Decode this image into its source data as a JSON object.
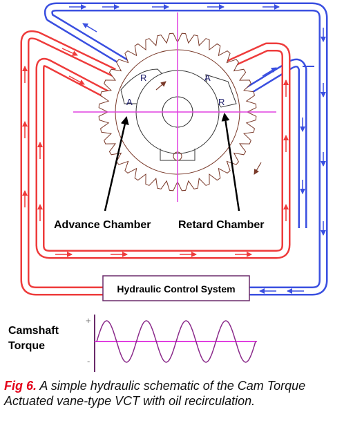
{
  "labels": {
    "advance_chamber": "Advance Chamber",
    "retard_chamber": "Retard Chamber",
    "hydraulic_control": "Hydraulic Control System",
    "camshaft_torque_line1": "Camshaft",
    "camshaft_torque_line2": "Torque",
    "port_a_left": "A",
    "port_r_left": "R",
    "port_a_right": "A",
    "port_r_right": "R",
    "plus_sign": "+",
    "minus_sign": "-"
  },
  "caption": {
    "figure_label": "Fig 6.",
    "text": " A simple hydraulic schematic of the Cam Torque Actuated vane-type VCT with oil recirculation."
  },
  "colors": {
    "advance_oil": "#ee3b3b",
    "retard_oil": "#3a4fe0",
    "gear": "#7a3a2a",
    "centerline": "#e040e0",
    "torque_wave": "#8a2a8a",
    "caption_red": "#e3001b"
  },
  "torque_wave": {
    "cycles": 4
  }
}
